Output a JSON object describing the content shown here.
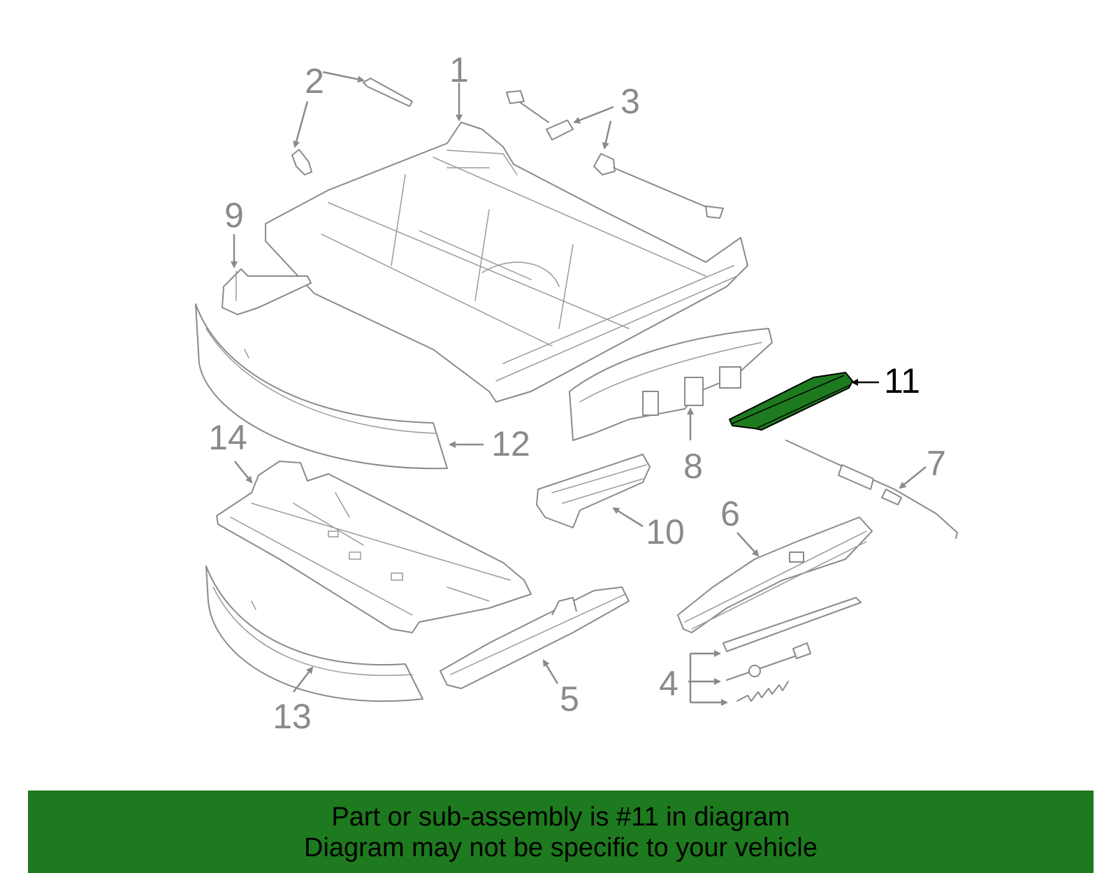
{
  "callouts": {
    "c1": "1",
    "c2": "2",
    "c3": "3",
    "c4": "4",
    "c5": "5",
    "c6": "6",
    "c7": "7",
    "c8": "8",
    "c9": "9",
    "c10": "10",
    "c11": "11",
    "c12": "12",
    "c13": "13",
    "c14": "14"
  },
  "highlight": {
    "part": "11",
    "color": "#1e7a1e"
  },
  "banner": {
    "line1": "Part or sub-assembly is #11 in diagram",
    "line2": "Diagram may not be specific to your vehicle",
    "background": "#1e7a1e"
  }
}
